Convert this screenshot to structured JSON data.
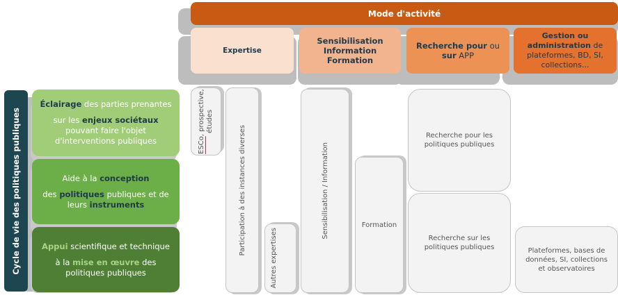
{
  "top_title": "Mode d'activité",
  "columns": {
    "expertise": "Expertise",
    "sensibilisation": [
      "Sensibilisation",
      "Information",
      "Formation"
    ],
    "recherche": {
      "bold1": "Recherche pour",
      "t1": " ou",
      "bold2": "sur",
      "t2": " APP"
    },
    "gestion": {
      "bold": "Gestion ou administration",
      "text": " de plateformes, BD, SI, collections..."
    }
  },
  "side_title": "Cycle de vie des politiques publiques",
  "stages": {
    "eclairage": {
      "kw": "Éclairage",
      "t1": " des parties prenantes",
      "l2a": "sur les ",
      "l2kw": "enjeux sociétaux",
      "l2b": " pouvant faire l'objet d'interventions publiques"
    },
    "conception": {
      "t1": "Aide à la ",
      "kw": "conception",
      "l2a": "des ",
      "l2kw": "politiques",
      "l2b": " publiques et de leurs ",
      "l2kw2": "instruments"
    },
    "appui": {
      "kw": "Appui",
      "t1": " scientifique et technique",
      "l2a": "à la ",
      "l2kw": "mise en œuvre",
      "l2b": " des politiques publiques"
    }
  },
  "cards": {
    "esco_a": "ESCo",
    "esco_b": ", prospective, études",
    "participation": "Participation à des instances diverses",
    "autres": "Autres expertises",
    "sensib": "Sensibilisation / Information",
    "formation": "Formation",
    "rech_pour": "Recherche pour les politiques publiques",
    "rech_sur": "Recherche sur les politiques publiques",
    "plateformes": "Plateformes, bases de données, SI, collections et observatoires"
  },
  "colors": {
    "orange_dark": "#c85a14",
    "header_light": "#fae1cf",
    "header_mid": "#f2b48e",
    "header_orange": "#ec9255",
    "header_deep": "#e4712d",
    "green_light": "#a1cc78",
    "green_mid": "#6cae47",
    "green_dark": "#4f7f34",
    "navy": "#1e4651"
  }
}
